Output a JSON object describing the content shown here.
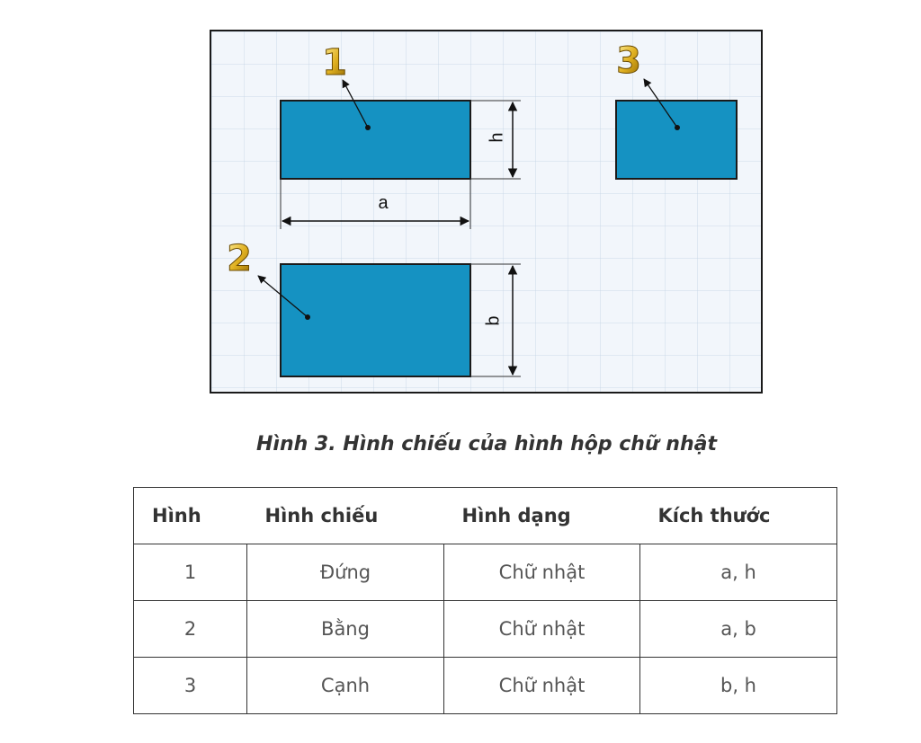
{
  "figure": {
    "labels": {
      "num_1": "1",
      "num_2": "2",
      "num_3": "3",
      "dim_a": "a",
      "dim_h": "h",
      "dim_b": "b"
    },
    "colors": {
      "fill": "#1592c2",
      "stroke": "#1a1a1a",
      "number_gold": "#e0b020"
    }
  },
  "caption": "Hình 3. Hình chiếu của hình hộp chữ nhật",
  "table": {
    "headers": [
      "Hình",
      "Hình chiếu",
      "Hình dạng",
      "Kích thước"
    ],
    "rows": [
      [
        "1",
        "Đứng",
        "Chữ nhật",
        "a, h"
      ],
      [
        "2",
        "Bằng",
        "Chữ nhật",
        "a, b"
      ],
      [
        "3",
        "Cạnh",
        "Chữ nhật",
        "b, h"
      ]
    ]
  }
}
